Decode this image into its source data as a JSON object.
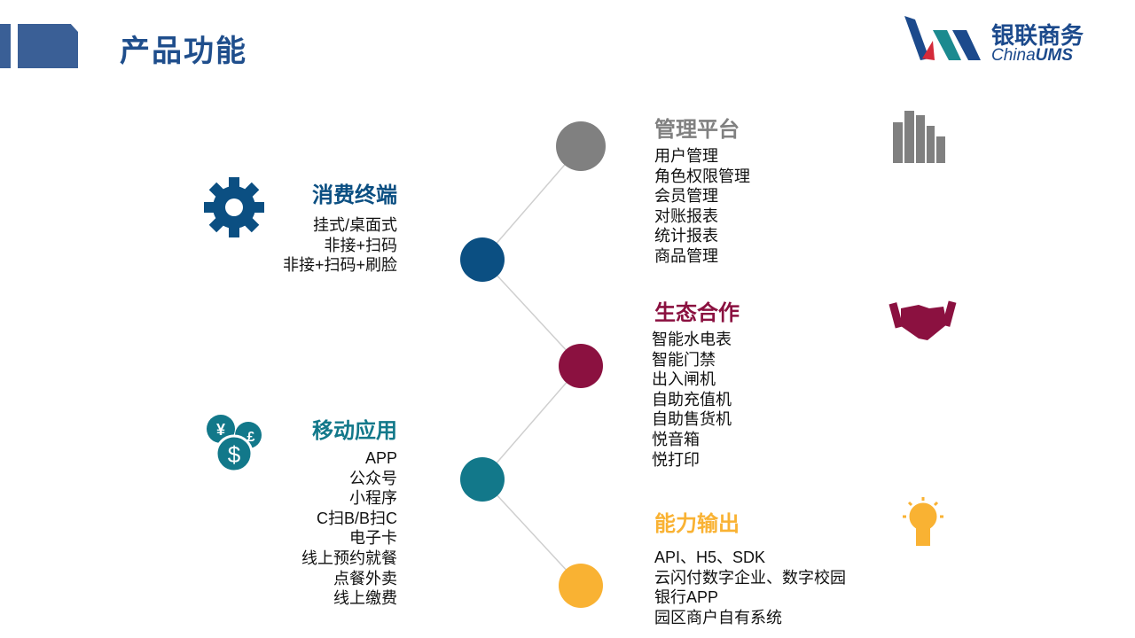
{
  "header": {
    "title": "产品功能",
    "logo_text_cn": "银联商务",
    "logo_text_en_1": "China",
    "logo_text_en_2": "UMS"
  },
  "colors": {
    "gray": "#808080",
    "navy": "#0b4f82",
    "maroon": "#8b1140",
    "teal": "#12788a",
    "gold": "#f9b233"
  },
  "sections": {
    "terminal": {
      "title": "消费终端",
      "icon": "gear-icon",
      "items": [
        "挂式/桌面式",
        "非接+扫码",
        "非接+扫码+刷脸"
      ]
    },
    "mobile": {
      "title": "移动应用",
      "icon": "currency-coins-icon",
      "items": [
        "APP",
        "公众号",
        "小程序",
        "C扫B/B扫C",
        "电子卡",
        "线上预约就餐",
        "点餐外卖",
        "线上缴费"
      ]
    },
    "platform": {
      "title": "管理平台",
      "icon": "bar-chart-icon",
      "items": [
        "用户管理",
        "角色权限管理",
        "会员管理",
        "对账报表",
        "统计报表",
        "商品管理"
      ]
    },
    "ecosystem": {
      "title": "生态合作",
      "icon": "handshake-icon",
      "items": [
        "智能水电表",
        "智能门禁",
        "出入闸机",
        "自助充值机",
        "自助售货机",
        "悦音箱",
        "悦打印"
      ]
    },
    "capability": {
      "title": "能力输出",
      "icon": "lightbulb-icon",
      "items": [
        "API、H5、SDK",
        "云闪付数字企业、数字校园",
        "银行APP",
        "园区商户自有系统"
      ]
    }
  }
}
